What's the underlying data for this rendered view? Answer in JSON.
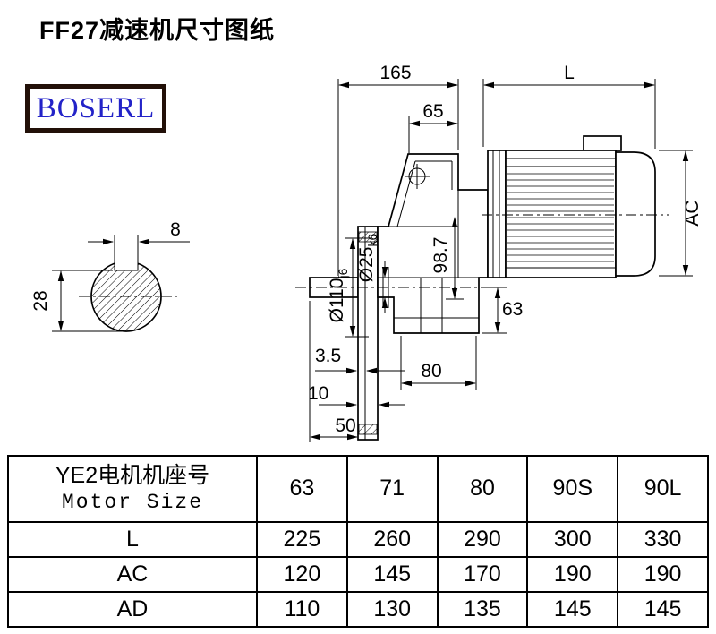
{
  "page": {
    "title": "FF27减速机尺寸图纸"
  },
  "logo": {
    "text": "BOSERL"
  },
  "drawing": {
    "dims": {
      "width_165": "165",
      "motor_length": "L",
      "width_65": "65",
      "motor_diameter": "AC",
      "keyway_width": "8",
      "keyway_height": "28",
      "flange_spigot_main": "Ø110",
      "flange_spigot_tol": "j6",
      "shaft_dia_main": "Ø25",
      "shaft_dia_tol": "k6",
      "center_height": "98.7",
      "center_to_base": "63",
      "gap_small": "3.5",
      "base_width": "80",
      "flange_thickness": "10",
      "shaft_length": "50"
    }
  },
  "table": {
    "header": {
      "label_cn": "YE2电机机座号",
      "label_en": "Motor Size",
      "columns": [
        "63",
        "71",
        "80",
        "90S",
        "90L"
      ]
    },
    "rows": [
      {
        "label": "L",
        "values": [
          "225",
          "260",
          "290",
          "300",
          "330"
        ]
      },
      {
        "label": "AC",
        "values": [
          "120",
          "145",
          "170",
          "190",
          "190"
        ]
      },
      {
        "label": "AD",
        "values": [
          "110",
          "130",
          "135",
          "145",
          "145"
        ]
      }
    ]
  }
}
